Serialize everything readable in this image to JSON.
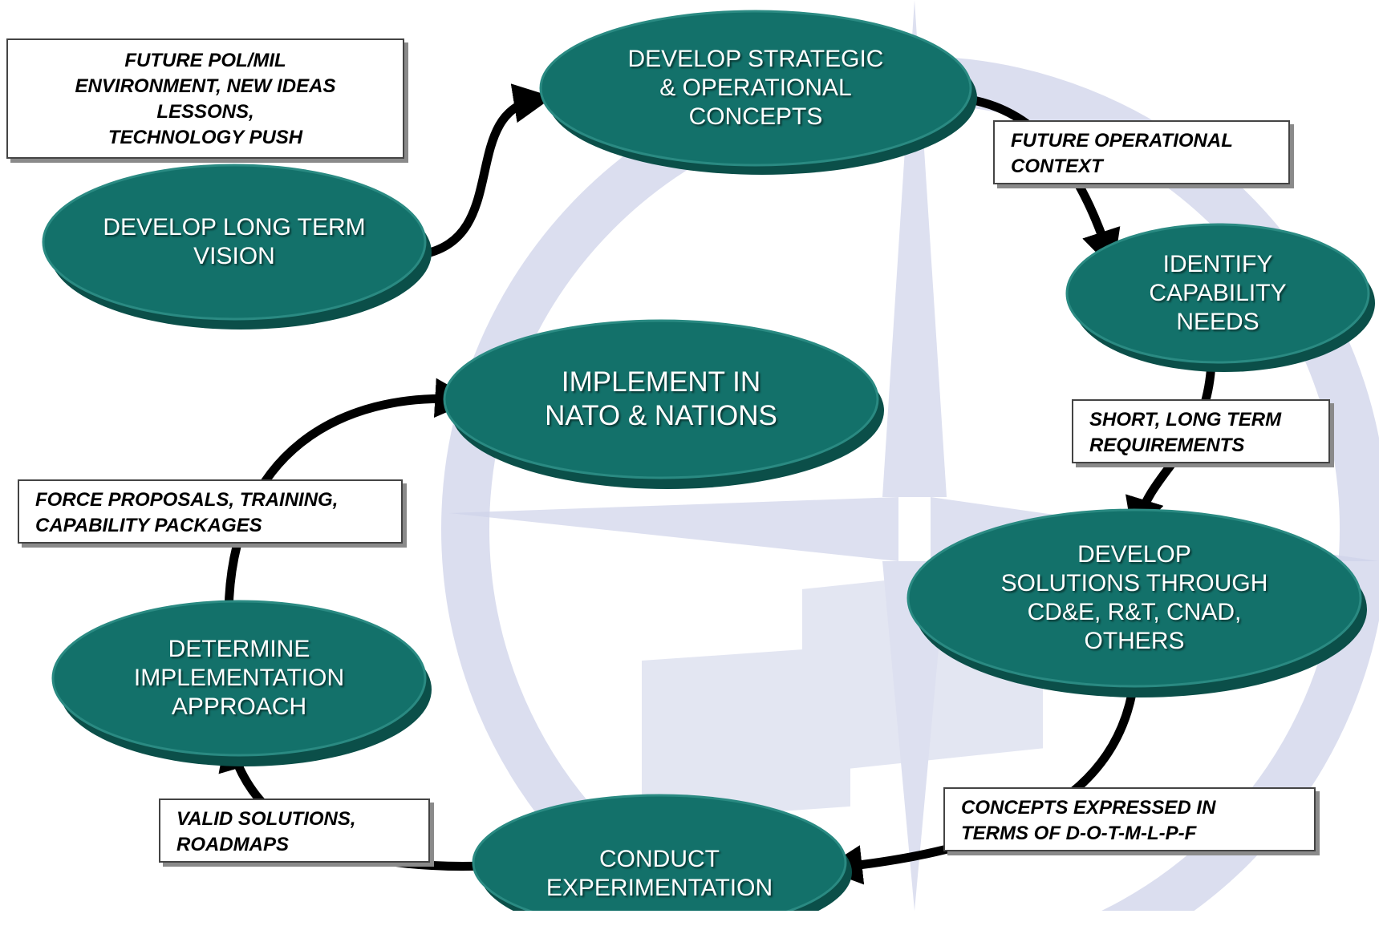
{
  "colors": {
    "node_fill": "#13716a",
    "node_edge": "#0b4f49",
    "node_highlight": "#2a8a82",
    "arrow": "#000000",
    "watermark": "#cfd3ea"
  },
  "nodes": {
    "vision": "DEVELOP LONG TERM\nVISION",
    "strategic": "DEVELOP STRATEGIC\n& OPERATIONAL\nCONCEPTS",
    "capability": "IDENTIFY\nCAPABILITY\nNEEDS",
    "solutions": "DEVELOP\nSOLUTIONS THROUGH\nCD&E, R&T, CNAD,\nOTHERS",
    "experimentation": "CONDUCT\nEXPERIMENTATION",
    "approach": "DETERMINE\nIMPLEMENTATION\nAPPROACH",
    "implement": "IMPLEMENT IN\nNATO & NATIONS"
  },
  "labels": {
    "future_env": "FUTURE POL/MIL\nENVIRONMENT, NEW IDEAS\nLESSONS,\nTECHNOLOGY PUSH",
    "future_context": "FUTURE OPERATIONAL\nCONTEXT",
    "requirements": "SHORT, LONG TERM\nREQUIREMENTS",
    "dotmlpf": "CONCEPTS EXPRESSED IN\nTERMS OF D-O-T-M-L-P-F",
    "valid_solutions": "VALID SOLUTIONS,\nROADMAPS",
    "force_proposals": "FORCE PROPOSALS, TRAINING,\nCAPABILITY PACKAGES"
  }
}
